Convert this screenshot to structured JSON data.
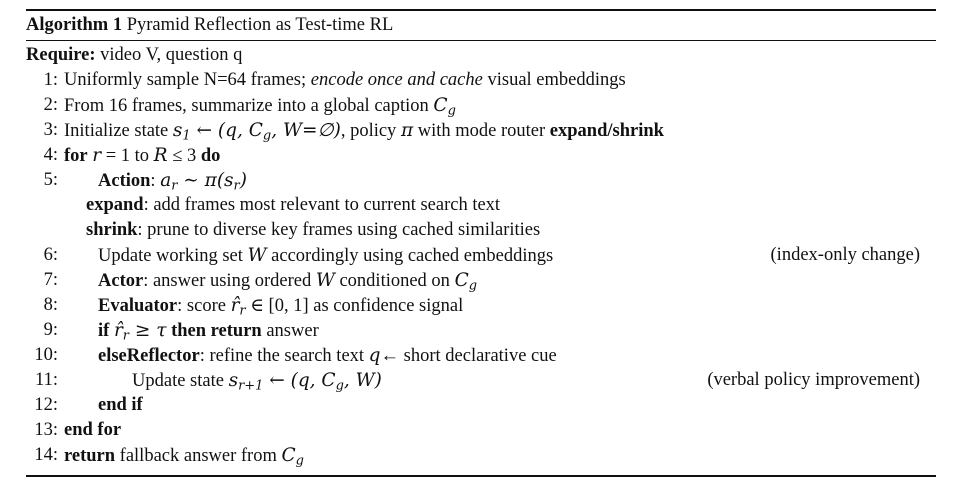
{
  "algorithm": {
    "label": "Algorithm 1",
    "title": "Pyramid Reflection as Test-time RL"
  },
  "require": {
    "keyword": "Require:",
    "text": "video V, question q"
  },
  "lines": [
    {
      "id": "l1",
      "num": "1:",
      "parts": [
        {
          "t": "Uniformly sample N=64 frames; "
        },
        {
          "t": "encode once and cache",
          "style": "i"
        },
        {
          "t": " visual embeddings"
        }
      ]
    },
    {
      "id": "l2",
      "num": "2:",
      "parts": [
        {
          "t": "From 16 frames, summarize into a global caption "
        },
        {
          "t": "C",
          "style": "m"
        },
        {
          "t": "g",
          "style": "sub"
        }
      ]
    },
    {
      "id": "l3",
      "num": "3:",
      "parts": [
        {
          "t": "Initialize state "
        },
        {
          "t": "s",
          "style": "m"
        },
        {
          "t": "1",
          "style": "sub"
        },
        {
          "t": " ← (q, C",
          "style": "m"
        },
        {
          "t": "g",
          "style": "sub"
        },
        {
          "t": ", W=∅)",
          "style": "m"
        },
        {
          "t": ", policy "
        },
        {
          "t": "π",
          "style": "m"
        },
        {
          "t": " with mode router "
        },
        {
          "t": "expand/shrink",
          "style": "b"
        }
      ]
    },
    {
      "id": "l4",
      "num": "4:",
      "parts": [
        {
          "t": "for",
          "style": "b"
        },
        {
          "t": " "
        },
        {
          "t": "r",
          "style": "m"
        },
        {
          "t": " = 1 to "
        },
        {
          "t": "R",
          "style": "m"
        },
        {
          "t": " ≤ 3 "
        },
        {
          "t": "do",
          "style": "b"
        }
      ]
    },
    {
      "id": "l5",
      "num": "5:",
      "parts": [
        {
          "t": "Action",
          "style": "b"
        },
        {
          "t": ": "
        },
        {
          "t": "a",
          "style": "m"
        },
        {
          "t": "r",
          "style": "sub"
        },
        {
          "t": " ∼ π(s",
          "style": "m"
        },
        {
          "t": "r",
          "style": "sub"
        },
        {
          "t": ")",
          "style": "m"
        }
      ]
    },
    {
      "id": "l5a",
      "num": "",
      "parts": [
        {
          "t": "expand",
          "style": "b"
        },
        {
          "t": ": add frames most relevant to current search text"
        }
      ]
    },
    {
      "id": "l5b",
      "num": "",
      "parts": [
        {
          "t": "shrink",
          "style": "b"
        },
        {
          "t": ": prune to diverse key frames using cached similarities"
        }
      ]
    },
    {
      "id": "l6",
      "num": "6:",
      "parts": [
        {
          "t": "Update working set "
        },
        {
          "t": "W",
          "style": "m"
        },
        {
          "t": " accordingly using cached embeddings"
        }
      ],
      "note": "(index-only change)"
    },
    {
      "id": "l7",
      "num": "7:",
      "parts": [
        {
          "t": "Actor",
          "style": "b"
        },
        {
          "t": ": answer using ordered "
        },
        {
          "t": "W",
          "style": "m"
        },
        {
          "t": " conditioned on "
        },
        {
          "t": "C",
          "style": "m"
        },
        {
          "t": "g",
          "style": "sub"
        }
      ]
    },
    {
      "id": "l8",
      "num": "8:",
      "parts": [
        {
          "t": "Evaluator",
          "style": "b"
        },
        {
          "t": ": score "
        },
        {
          "t": "r̂",
          "style": "m"
        },
        {
          "t": "r",
          "style": "sub"
        },
        {
          "t": " ∈ [0, 1]"
        },
        {
          "t": " as confidence signal"
        }
      ]
    },
    {
      "id": "l9",
      "num": "9:",
      "parts": [
        {
          "t": "if",
          "style": "b"
        },
        {
          "t": " "
        },
        {
          "t": "r̂",
          "style": "m"
        },
        {
          "t": "r",
          "style": "sub"
        },
        {
          "t": " ≥ τ",
          "style": "m"
        },
        {
          "t": " "
        },
        {
          "t": "then return",
          "style": "b"
        },
        {
          "t": " answer"
        }
      ]
    },
    {
      "id": "l10",
      "num": "10:",
      "parts": [
        {
          "t": "elseReflector",
          "style": "b"
        },
        {
          "t": ": refine the search text "
        },
        {
          "t": "q",
          "style": "m"
        },
        {
          "t": "← short declarative cue"
        }
      ]
    },
    {
      "id": "l11",
      "num": "11:",
      "parts": [
        {
          "t": "Update state "
        },
        {
          "t": "s",
          "style": "m"
        },
        {
          "t": "r+1",
          "style": "sub"
        },
        {
          "t": " ← (q, C",
          "style": "m"
        },
        {
          "t": "g",
          "style": "sub"
        },
        {
          "t": ", W)",
          "style": "m"
        }
      ],
      "note": "(verbal policy improvement)"
    },
    {
      "id": "l12",
      "num": "12:",
      "parts": [
        {
          "t": "end if",
          "style": "b"
        }
      ]
    },
    {
      "id": "l13",
      "num": "13:",
      "parts": [
        {
          "t": "end for",
          "style": "b"
        }
      ]
    },
    {
      "id": "l14",
      "num": "14:",
      "parts": [
        {
          "t": "return",
          "style": "b"
        },
        {
          "t": " fallback answer from "
        },
        {
          "t": "C",
          "style": "m"
        },
        {
          "t": "g",
          "style": "sub"
        }
      ]
    }
  ]
}
